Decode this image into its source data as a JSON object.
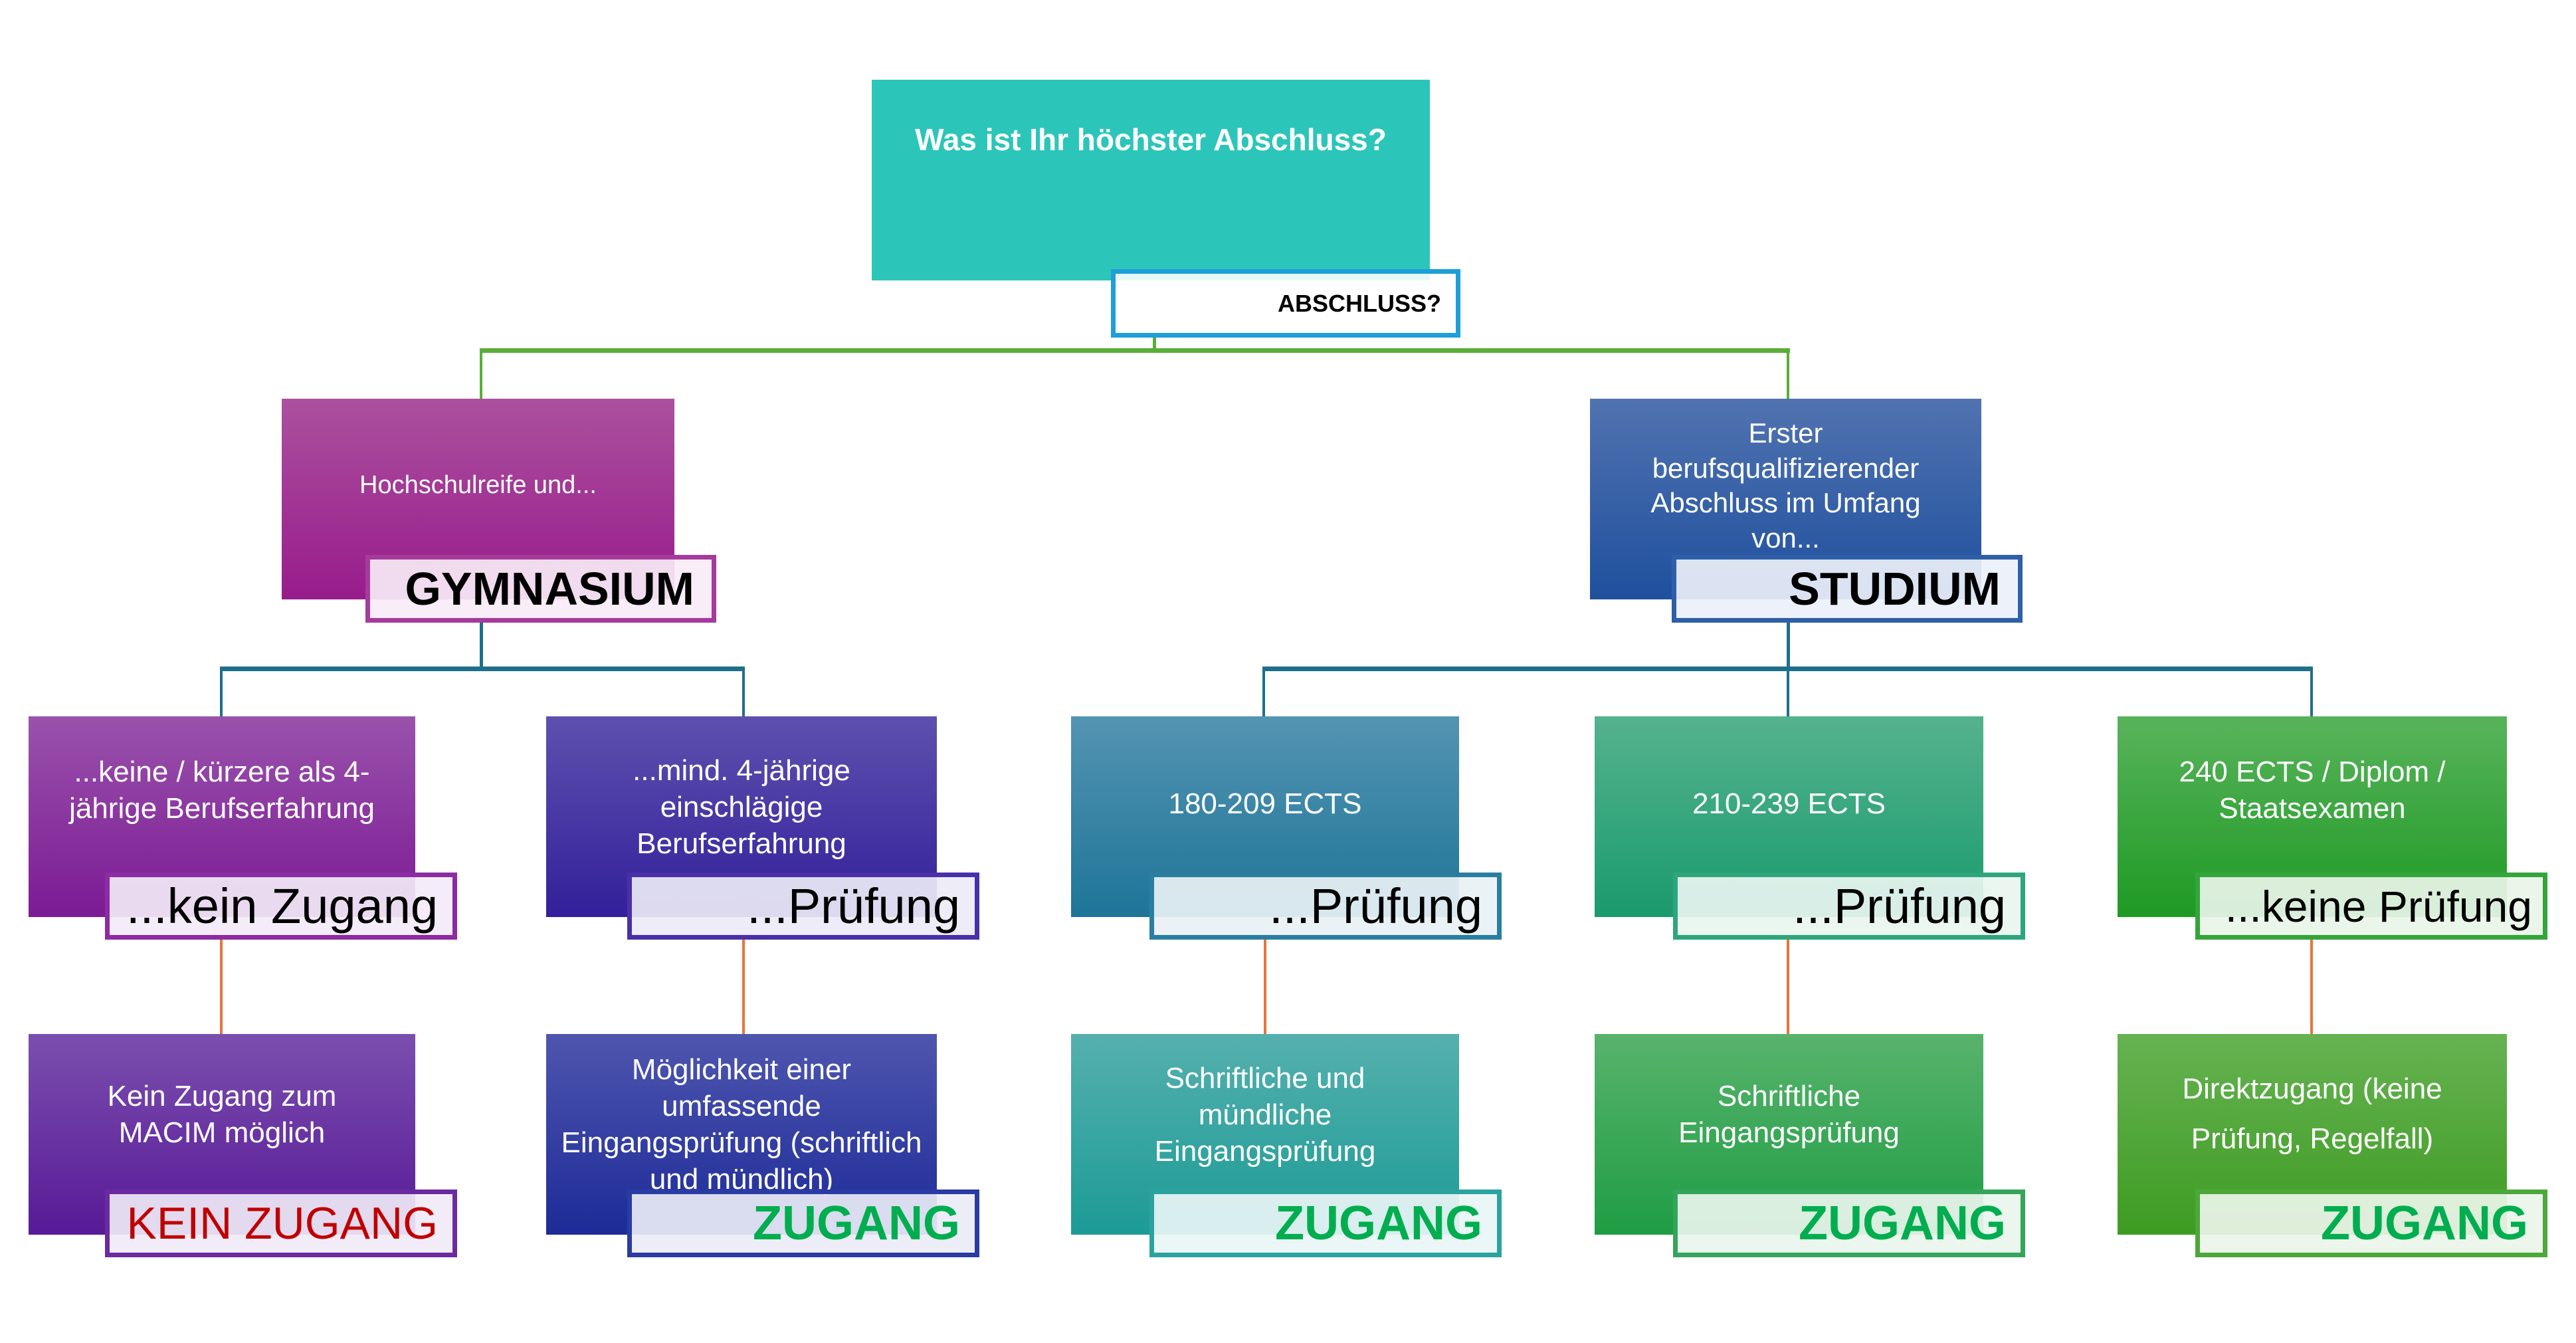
{
  "colors": {
    "root": "#2CC5BA",
    "root_tag_border": "#1E9FD8",
    "connector_level1": "#5AAE38",
    "connector_level2": "#1E6F8C",
    "connector_level3": "#E8743B",
    "access_yes": "#00AD4F",
    "access_no": "#C00000"
  },
  "root": {
    "question": "Was ist Ihr höchster Abschluss?",
    "tag": "ABSCHLUSS?"
  },
  "branches": [
    {
      "tag": "GYMNASIUM",
      "text": "Hochschulreife und...",
      "children": [
        {
          "condition": "...keine / kürzere als 4-jährige Berufserfahrung",
          "tag": "...kein Zugang",
          "result_text": "Kein Zugang zum MACIM möglich",
          "result_tag": "KEIN ZUGANG",
          "access": false
        },
        {
          "condition": "...mind. 4-jährige einschlägige Berufserfahrung",
          "tag": "...Prüfung",
          "result_text": "Möglichkeit einer umfassende Eingangsprüfung (schriftlich und mündlich)",
          "result_tag": "ZUGANG",
          "access": true
        }
      ]
    },
    {
      "tag": "STUDIUM",
      "text": "Erster berufsqualifizierender Abschluss im Umfang von...",
      "children": [
        {
          "condition": "180-209 ECTS",
          "tag": "...Prüfung",
          "result_text": "Schriftliche und mündliche Eingangsprüfung",
          "result_tag": "ZUGANG",
          "access": true
        },
        {
          "condition": "210-239 ECTS",
          "tag": "...Prüfung",
          "result_text": "Schriftliche Eingangsprüfung",
          "result_tag": "ZUGANG",
          "access": true
        },
        {
          "condition": "240 ECTS / Diplom / Staatsexamen",
          "tag": "...keine Prüfung",
          "result_text": "Direktzugang (keine Prüfung, Regelfall)",
          "result_tag": "ZUGANG",
          "access": true
        }
      ]
    }
  ]
}
